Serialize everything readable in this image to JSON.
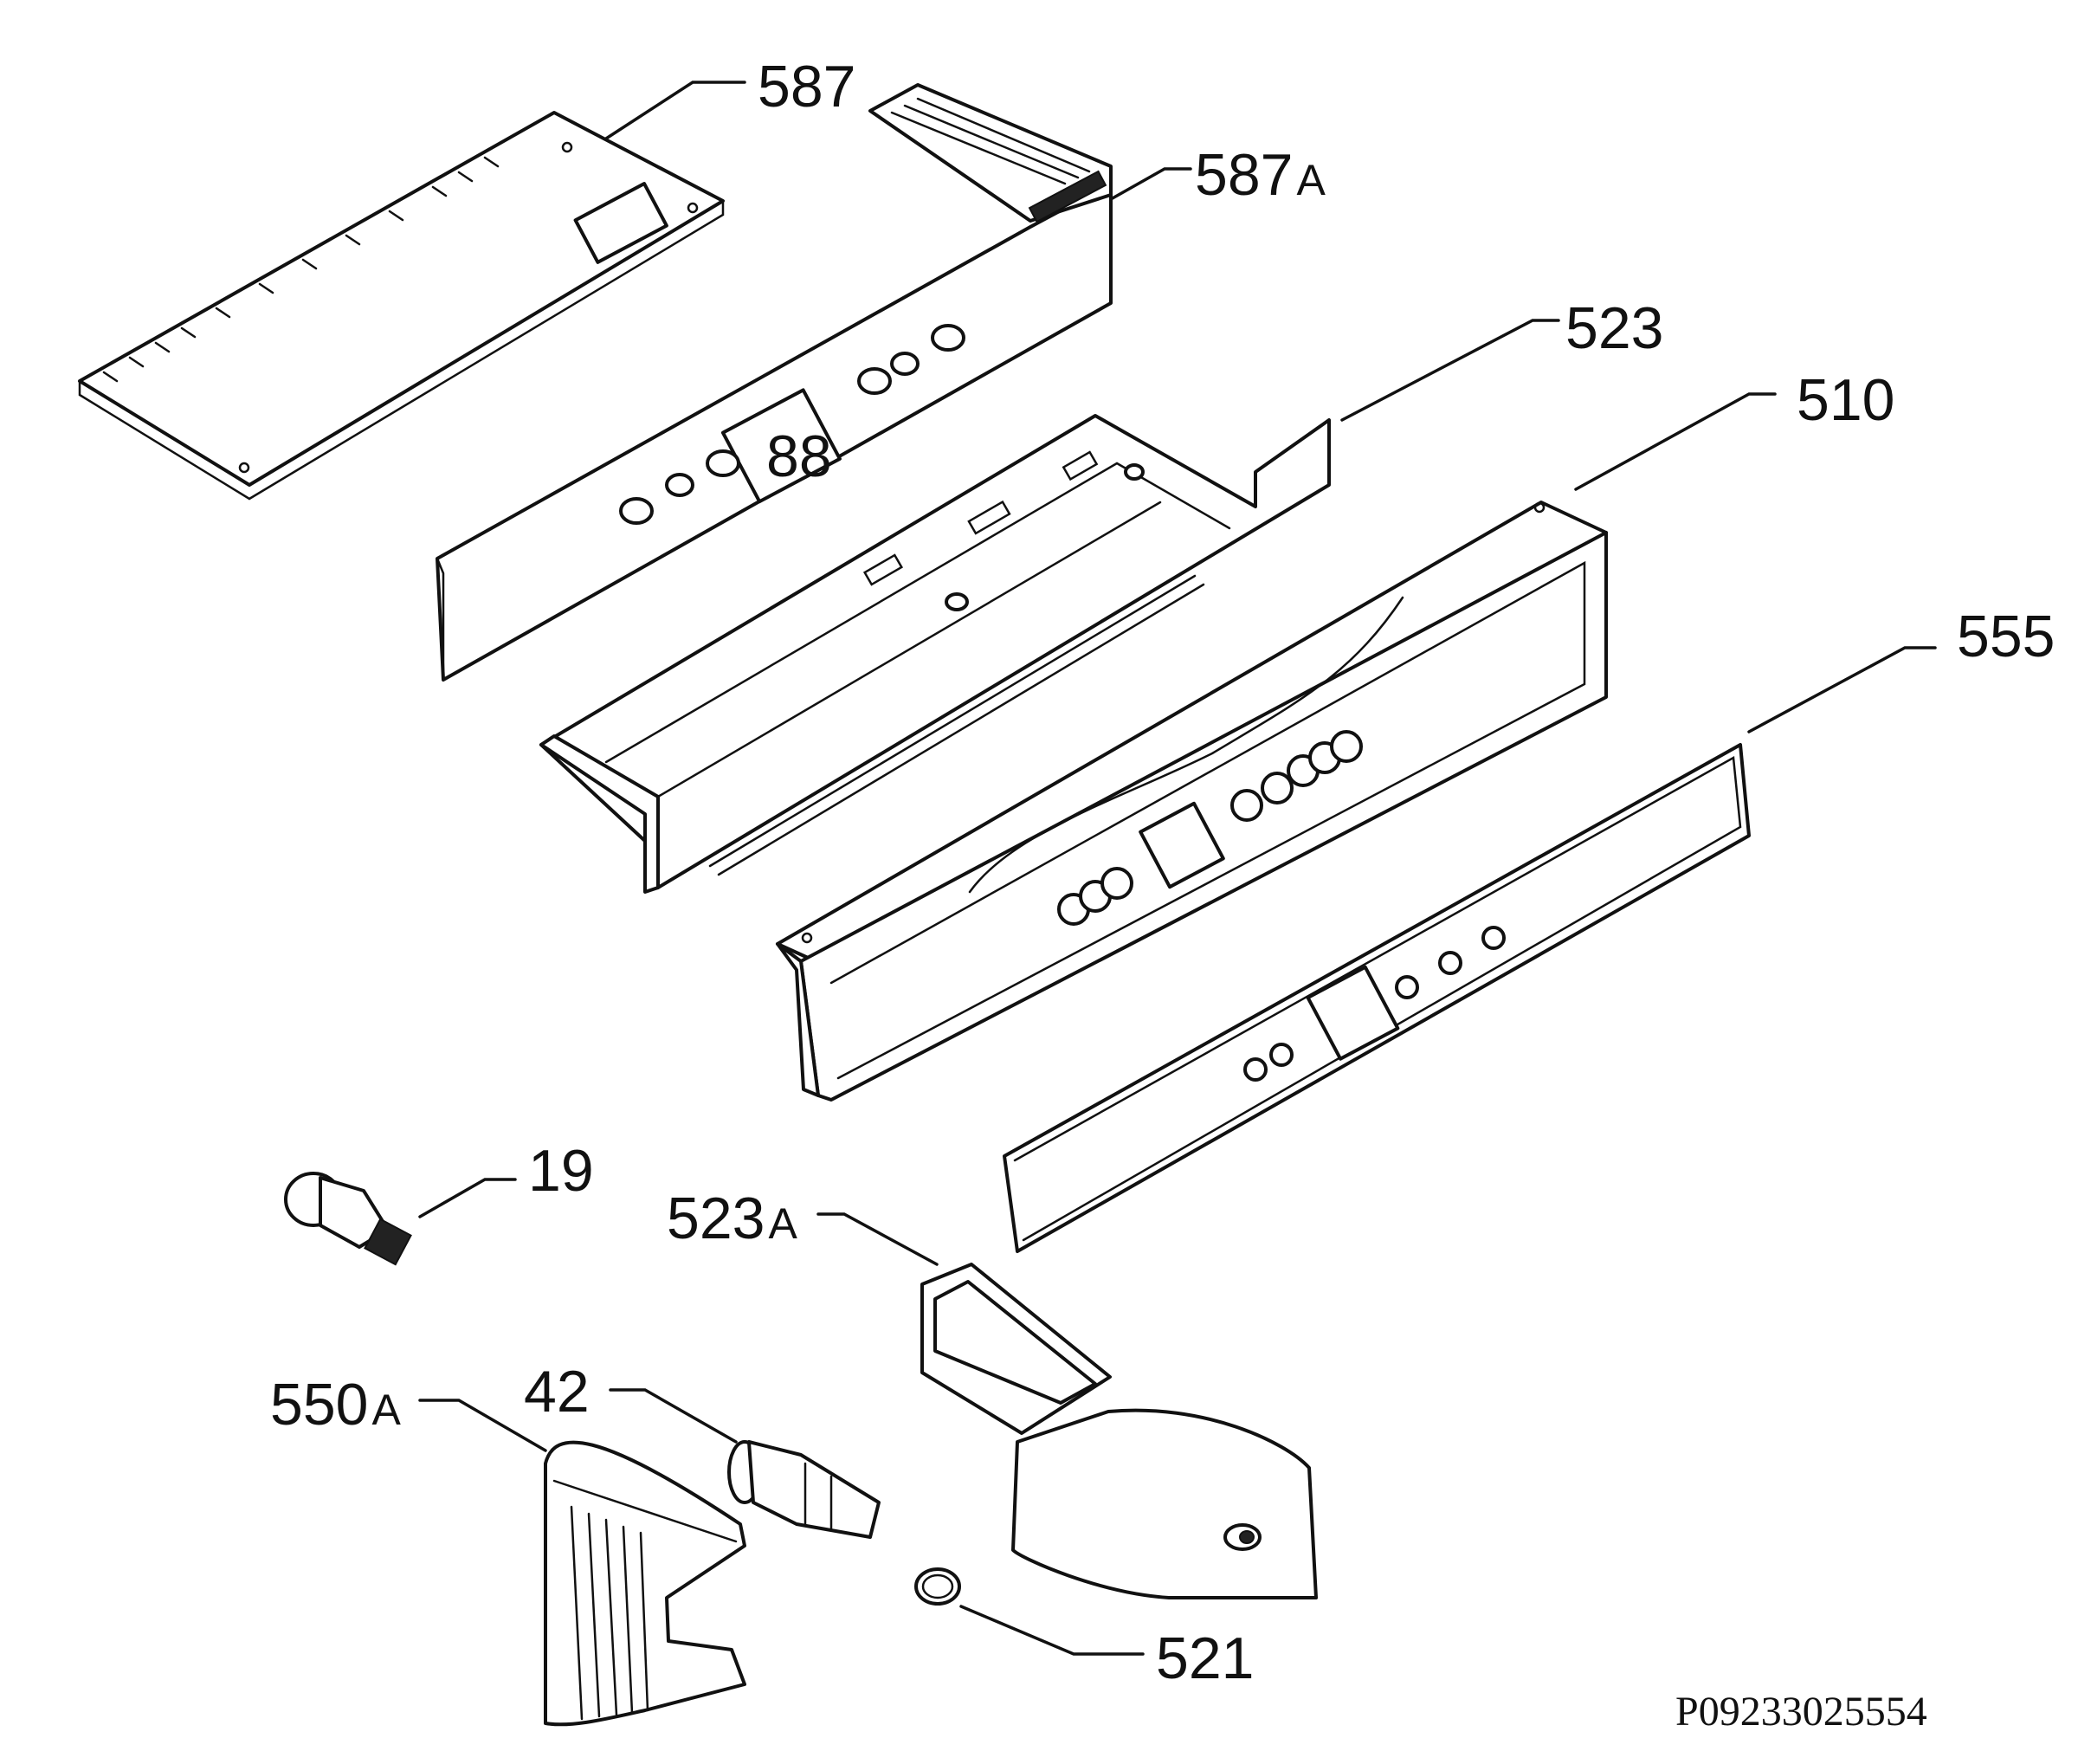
{
  "labels": {
    "p587": "587",
    "p587a_num": "587",
    "p587a_suffix": "A",
    "p523": "523",
    "p510": "510",
    "p555": "555",
    "p19": "19",
    "p523a_num": "523",
    "p523a_suffix": "A",
    "p550a_num": "550",
    "p550a_suffix": "A",
    "p42": "42",
    "p521": "521"
  },
  "reference": "P09233025554"
}
